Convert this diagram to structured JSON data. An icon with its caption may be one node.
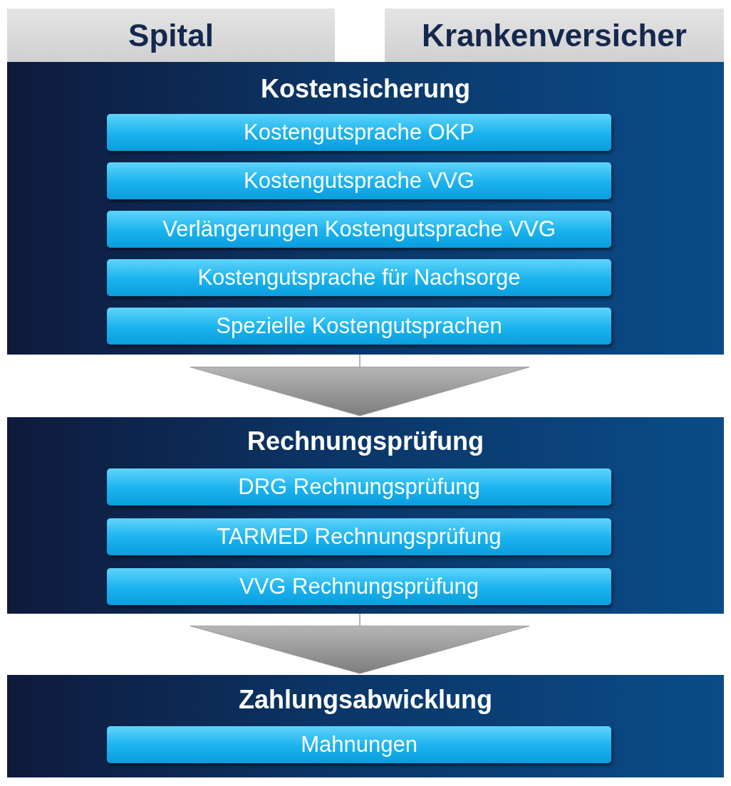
{
  "diagram": {
    "nodes": [
      {
        "text": [
          "Spital"
        ]
      },
      {
        "text": [
          "Krankenversicher"
        ]
      },
      {
        "text": [
          "Kostensicherung"
        ]
      },
      {
        "text": [
          "Kostengutsprache OKP"
        ],
        "in": 2
      },
      {
        "text": [
          "Kostengutsprache VVG"
        ],
        "in": 2
      },
      {
        "text": [
          "Verlängerungen Kostengutsprache VVG"
        ],
        "in": 2
      },
      {
        "text": [
          "Kostengutsprache für Nachsorge"
        ],
        "in": 2
      },
      {
        "text": [
          "Spezielle Kostengutsprachen"
        ],
        "in": 2
      },
      {
        "text": [
          "Rechnungsprüfung"
        ]
      },
      {
        "text": [
          "DRG Rechnungsprüfung"
        ],
        "in": 8
      },
      {
        "text": [
          "TARMED Rechnungsprüfung"
        ],
        "in": 8
      },
      {
        "text": [
          "VVG Rechnungsprüfung"
        ],
        "in": 8
      },
      {
        "text": [
          "Zahlungsabwicklung"
        ]
      },
      {
        "text": [
          "Mahnungen"
        ],
        "in": 12
      }
    ],
    "edges": [
      {
        "from": 2,
        "to": 8,
        "arrow": "to"
      },
      {
        "from": 8,
        "to": 12,
        "arrow": "to"
      }
    ]
  }
}
